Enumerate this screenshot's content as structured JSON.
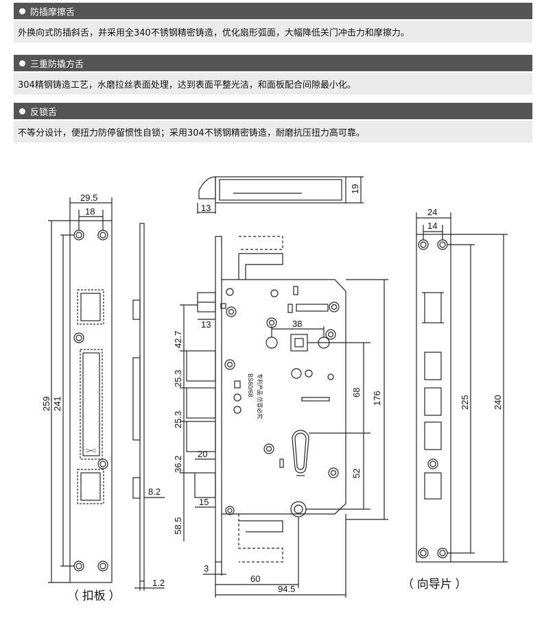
{
  "sections": [
    {
      "title": "防插摩擦舌",
      "text": "外换向式防插斜舌，并采用全340不锈钢精密铸造，优化扇形弧面，大幅降低关门冲击力和摩擦力。"
    },
    {
      "title": "三重防撬方舌",
      "text": "304精钢铸造工艺，水磨拉丝表面处理，达到表面平整光洁，和面板配合间隙最小化。"
    },
    {
      "title": "反锁舌",
      "text": "不等分设计，便扭力防停留惯性自锁；采用304不锈钢精密铸造，耐磨抗压扭力高可靠。"
    }
  ],
  "diagram": {
    "strike_plate": {
      "caption": "（ 扣板 ）",
      "width_outer": "29.5",
      "width_inner": "18",
      "height_outer": "259",
      "height_inner": "241",
      "thickness": "1.2"
    },
    "guide_plate": {
      "caption": "（ 向导片 ）",
      "width_outer": "24",
      "width_inner": "14",
      "height_inner": "225",
      "height_outer": "240"
    },
    "latch_top": {
      "depth": "19",
      "offset": "13"
    },
    "lock_body": {
      "d_13": "13",
      "d_42_7": "42.7",
      "d_25_3a": "25.3",
      "d_25_3b": "25.3",
      "d_36_2": "36.2",
      "d_58_5": "58.5",
      "d_20": "20",
      "d_15": "15",
      "d_8_2": "8.2",
      "d_3": "3",
      "d_60": "60",
      "d_94_5": "94.5",
      "d_38": "38",
      "d_68": "68",
      "d_52": "52",
      "d_176": "176",
      "engraving": [
        "BS60/68",
        "专利产品 仿冒必究"
      ]
    }
  }
}
